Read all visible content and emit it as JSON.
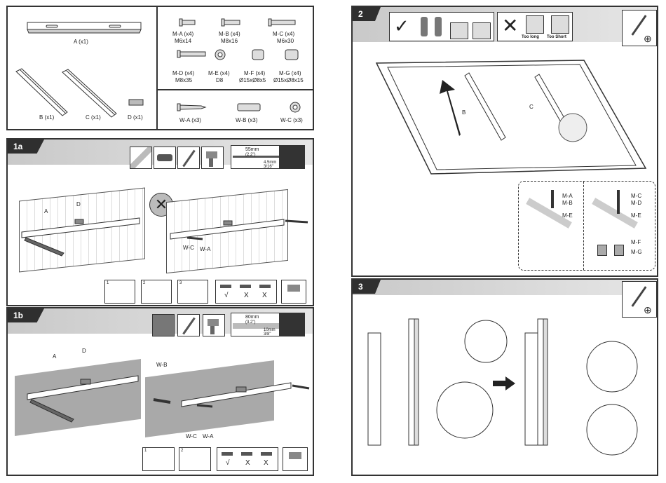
{
  "parts": {
    "A": "A (x1)",
    "B": "B (x1)",
    "C": "C (x1)",
    "D": "D (x1)",
    "screws": [
      {
        "name": "M-A (x4)",
        "size": "M6x14"
      },
      {
        "name": "M-B (x4)",
        "size": "M8x16"
      },
      {
        "name": "M-C (x4)",
        "size": "M6x30"
      },
      {
        "name": "M-D (x4)",
        "size": "M8x35"
      },
      {
        "name": "M-E (x4)",
        "size": "D8"
      },
      {
        "name": "M-F (x4)",
        "size": "Ø15xØ8x5"
      },
      {
        "name": "M-G (x4)",
        "size": "Ø15xØ8x15"
      }
    ],
    "wall": [
      {
        "name": "W-A (x3)"
      },
      {
        "name": "W-B (x3)"
      },
      {
        "name": "W-C (x3)"
      }
    ]
  },
  "step1a": {
    "tab": "1a",
    "drill_depth": "55mm",
    "drill_depth_in": "(2.2\")",
    "bit_size": "4.5mm",
    "bit_size_in": "3/16\"",
    "labels": {
      "A": "A",
      "D": "D",
      "WC": "W-C",
      "WA": "W-A"
    },
    "substeps": [
      "1",
      "2",
      "3"
    ],
    "check": "√",
    "cross1": "X",
    "cross2": "X"
  },
  "step1b": {
    "tab": "1b",
    "drill_depth": "80mm",
    "drill_depth_in": "(3.2\")",
    "bit_size": "10mm",
    "bit_size_in": "3/8\"",
    "labels": {
      "A": "A",
      "D": "D",
      "WB": "W-B",
      "WC": "W-C",
      "WA": "W-A"
    },
    "substeps": [
      "1",
      "2"
    ],
    "check": "√",
    "cross1": "X",
    "cross2": "X"
  },
  "step2": {
    "tab": "2",
    "too_long": "Too long",
    "too_short": "Too Short",
    "labels": {
      "B": "B",
      "C": "C"
    },
    "detail_left": [
      "M-A",
      "M-B",
      "M-E"
    ],
    "detail_right": [
      "M-C",
      "M-D",
      "M-E",
      "M-F",
      "M-G"
    ]
  },
  "step3": {
    "tab": "3"
  }
}
